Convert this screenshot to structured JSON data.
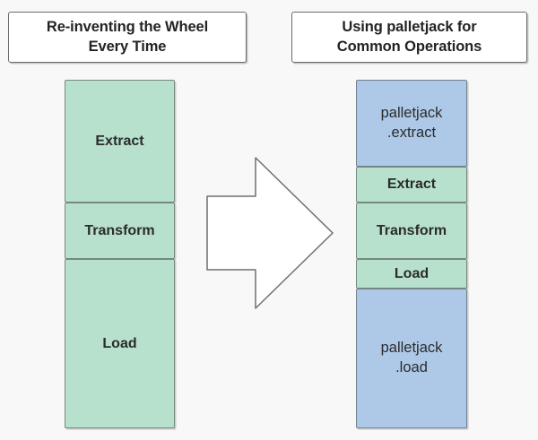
{
  "diagram": {
    "background_color": "#f7f8f7",
    "panels": {
      "left": {
        "title_line1": "Re-inventing the Wheel",
        "title_line2": "Every Time",
        "blocks": [
          {
            "label": "Extract",
            "color": "#b7e1cd",
            "kind": "green"
          },
          {
            "label": "Transform",
            "color": "#b7e1cd",
            "kind": "green"
          },
          {
            "label": "Load",
            "color": "#b7e1cd",
            "kind": "green"
          }
        ]
      },
      "right": {
        "title_line1": "Using palletjack for",
        "title_line2": "Common Operations",
        "blocks": [
          {
            "label_line1": "palletjack",
            "label_line2": ".extract",
            "color": "#aec9e8",
            "kind": "blue"
          },
          {
            "label": "Extract",
            "color": "#b7e1cd",
            "kind": "green"
          },
          {
            "label": "Transform",
            "color": "#b7e1cd",
            "kind": "green"
          },
          {
            "label": "Load",
            "color": "#b7e1cd",
            "kind": "green"
          },
          {
            "label_line1": "palletjack",
            "label_line2": ".load",
            "color": "#aec9e8",
            "kind": "blue"
          }
        ]
      }
    },
    "connector": {
      "icon": "right-arrow-icon",
      "fill": "#ffffff",
      "stroke": "#6f6f6f",
      "direction": "right"
    }
  }
}
